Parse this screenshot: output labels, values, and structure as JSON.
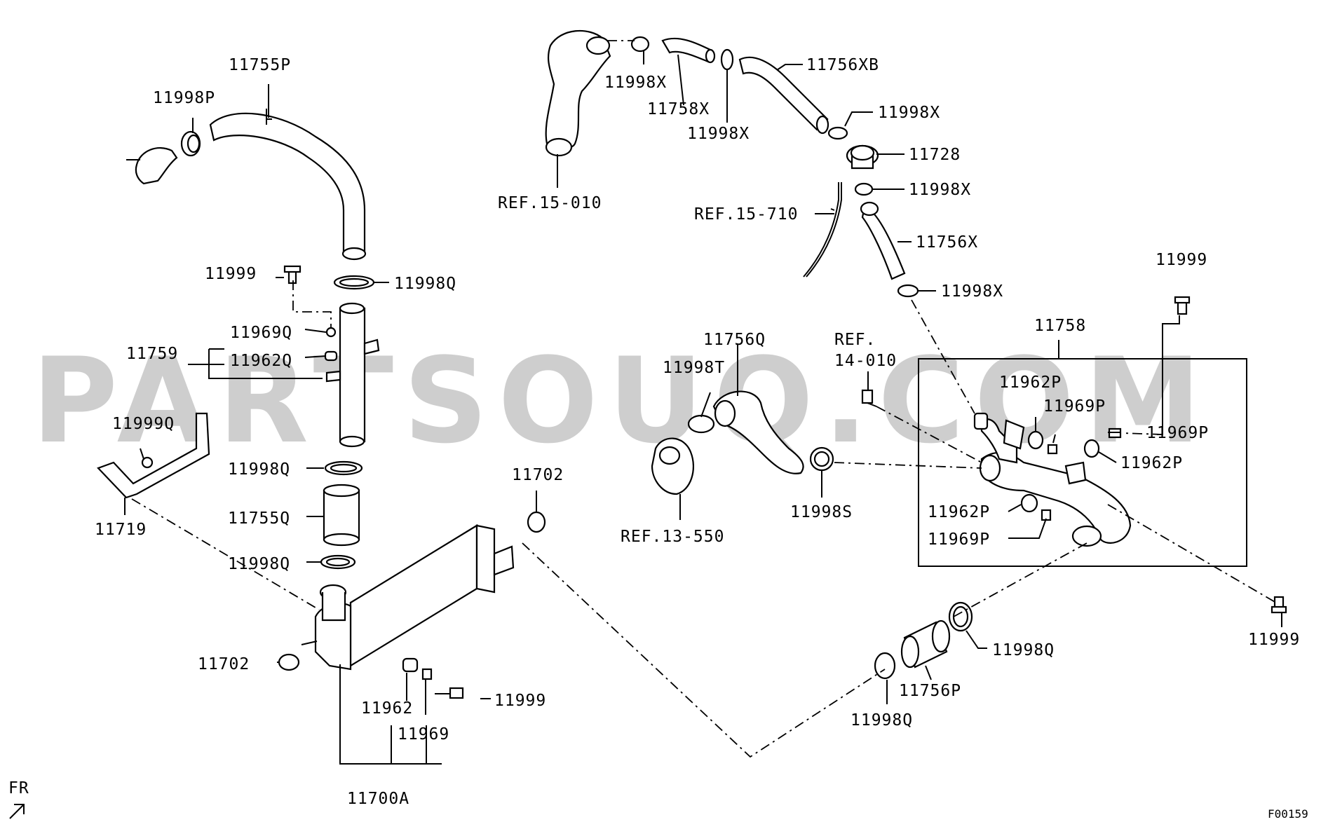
{
  "watermark": "PARTSOUQ.COM",
  "figure_code": "F00159",
  "direction_label": "FR",
  "labels": {
    "p11755P": "11755P",
    "p11998P": "11998P",
    "p11999_a": "11999",
    "p11998Q_a": "11998Q",
    "p11969Q": "11969Q",
    "p11759": "11759",
    "p11962Q": "11962Q",
    "p11999Q": "11999Q",
    "p11998Q_b": "11998Q",
    "p11719": "11719",
    "p11755Q": "11755Q",
    "p11998Q_c": "11998Q",
    "p11702_a": "11702",
    "p11702_b": "11702",
    "p11962": "11962",
    "p11999_b": "11999",
    "p11969": "11969",
    "p11700A": "11700A",
    "ref15_010": "REF.15-010",
    "p11998X_a": "11998X",
    "p11758X": "11758X",
    "p11998X_b": "11998X",
    "p11756XB": "11756XB",
    "p11998X_c": "11998X",
    "p11728": "11728",
    "p11998X_d": "11998X",
    "ref15_710": "REF.15-710",
    "p11756X": "11756X",
    "p11998X_e": "11998X",
    "p11999_c": "11999",
    "p11758": "11758",
    "p11756Q": "11756Q",
    "p11998T": "11998T",
    "ref14_010_a": "REF.",
    "ref14_010_b": "14-010",
    "p11962P_a": "11962P",
    "p11969P_a": "11969P",
    "p11969P_b": "11969P",
    "p11962P_b": "11962P",
    "ref13_550": "REF.13-550",
    "p11998S": "11998S",
    "p11962P_c": "11962P",
    "p11969P_c": "11969P",
    "p11999_d": "11999",
    "p11998Q_d": "11998Q",
    "p11756P": "11756P",
    "p11998Q_e": "11998Q"
  }
}
